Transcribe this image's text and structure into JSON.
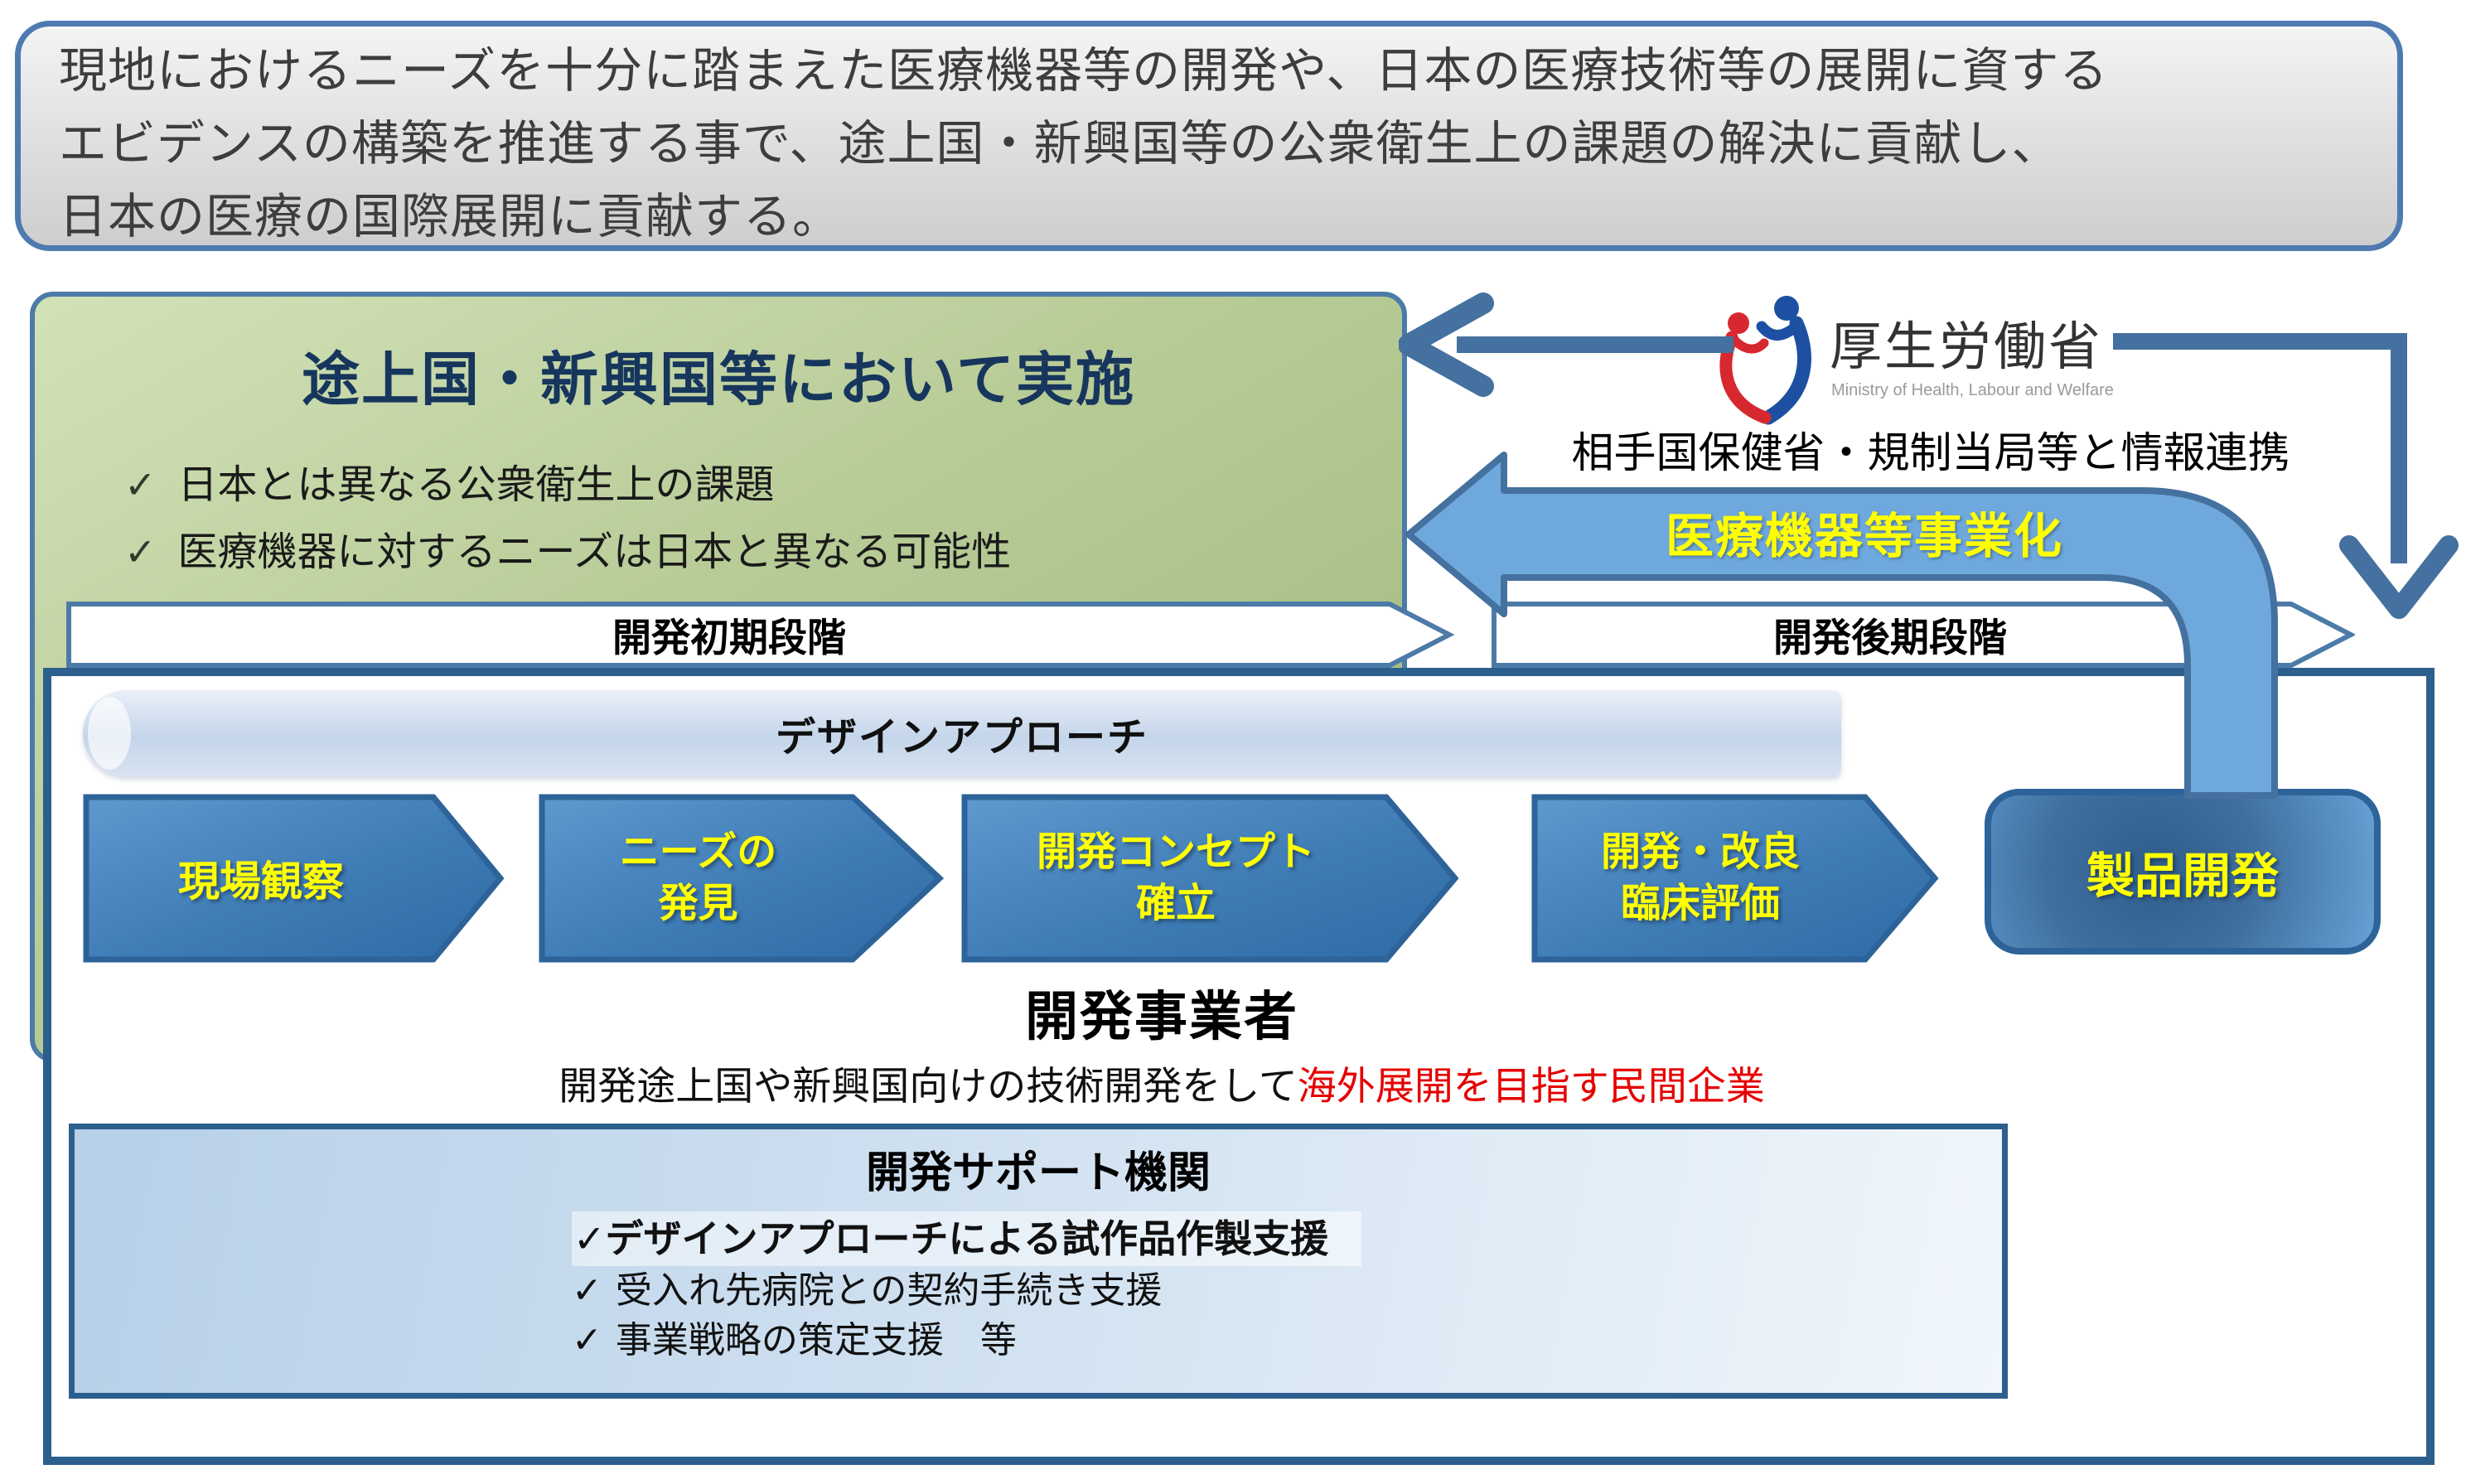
{
  "header": {
    "lines": [
      "現地におけるニーズを十分に踏まえた医療機器等の開発や、日本の医療技術等の展開に資する",
      "エビデンスの構築を推進する事で、途上国・新興国等の公衆衛生上の課題の解決に貢献し、",
      "日本の医療の国際展開に貢献する。"
    ]
  },
  "green_box": {
    "title": "途上国・新興国等において実施",
    "check": "✓",
    "items": [
      "日本とは異なる公衆衛生上の課題",
      "医療機器に対するニーズは日本と異なる可能性"
    ]
  },
  "ministry": {
    "name": "厚生労働省",
    "name_en": "Ministry of Health, Labour and Welfare"
  },
  "flows": {
    "info_link": "相手国保健省・規制当局等と情報連携",
    "commercialization": "医療機器等事業化"
  },
  "stages": {
    "early": "開発初期段階",
    "late": "開発後期段階"
  },
  "design_approach": "デザインアプローチ",
  "process": {
    "steps": [
      {
        "lines": [
          "現場観察"
        ]
      },
      {
        "lines": [
          "ニーズの",
          "発見"
        ]
      },
      {
        "lines": [
          "開発コンセプト",
          "確立"
        ]
      },
      {
        "lines": [
          "開発・改良",
          "臨床評価"
        ]
      },
      {
        "lines": [
          "製品開発"
        ]
      }
    ]
  },
  "developer": {
    "title": "開発事業者",
    "desc_black": "開発途上国や新興国向けの技術開発をして",
    "desc_red": "海外展開を目指す民間企業"
  },
  "support": {
    "title": "開発サポート機関",
    "check": "✓",
    "items": [
      "デザインアプローチによる試作品作製支援",
      "受入れ先病院との契約手続き支援",
      "事業戦略の策定支援　等"
    ]
  },
  "colors": {
    "accent_blue": "#44719f",
    "chevron_fill": "#4b84ba",
    "label_yellow": "#ffff00",
    "highlight_red": "#e60000",
    "green_fill": "#b7cb96",
    "navy_title": "#17365d"
  }
}
